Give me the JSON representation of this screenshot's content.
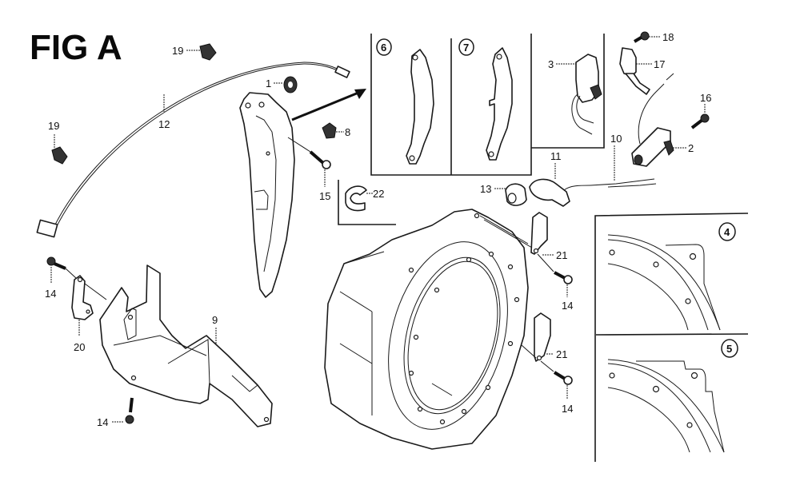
{
  "figure": {
    "title": "FIG A",
    "description": "Exploded parts diagram"
  },
  "callouts": {
    "c1": "1",
    "c2": "2",
    "c3": "3",
    "c8": "8",
    "c9": "9",
    "c10": "10",
    "c11": "11",
    "c12": "12",
    "c13": "13",
    "c14a": "14",
    "c14b": "14",
    "c14c": "14",
    "c14d": "14",
    "c15": "15",
    "c16": "16",
    "c17": "17",
    "c18": "18",
    "c19a": "19",
    "c19b": "19",
    "c20": "20",
    "c21a": "21",
    "c21b": "21",
    "c22": "22"
  },
  "variants": {
    "v4": "4",
    "v5": "5",
    "v6": "6",
    "v7": "7"
  }
}
